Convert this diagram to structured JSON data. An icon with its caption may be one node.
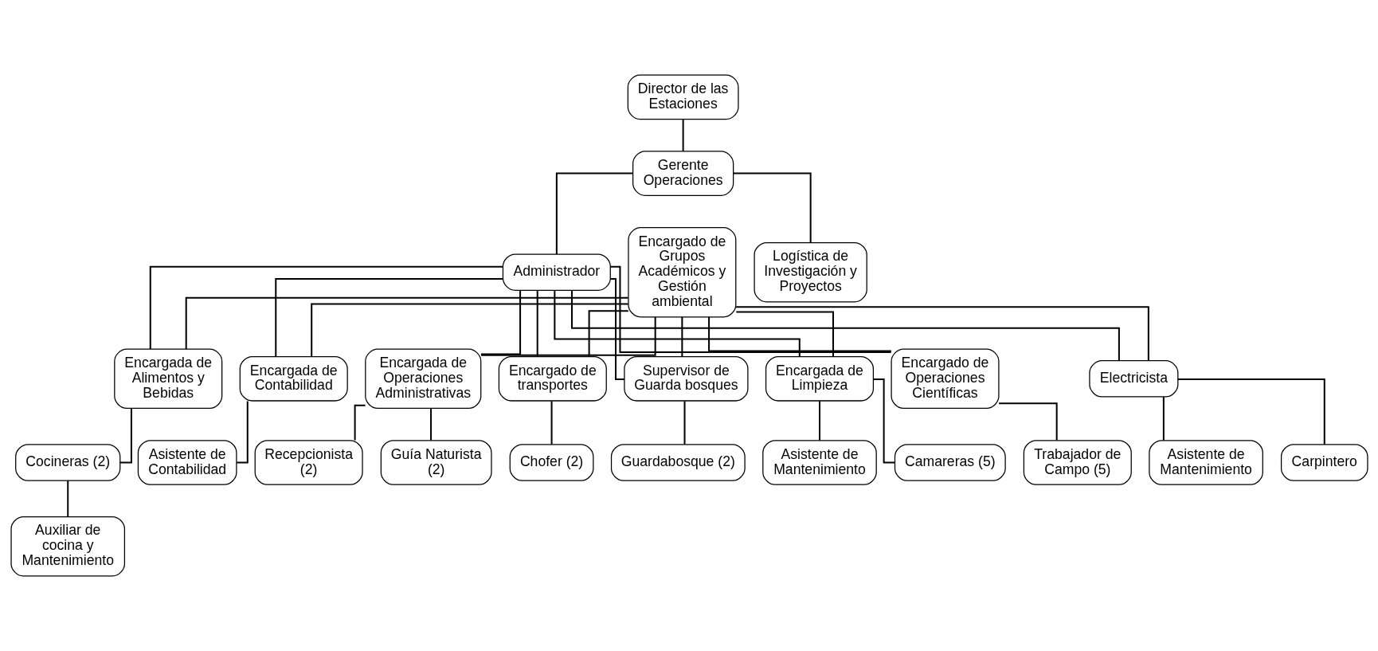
{
  "diagram": {
    "nodes": [
      {
        "text": [
          "Director de las Estaciones"
        ]
      },
      {
        "text": [
          "Gerente Operaciones"
        ]
      },
      {
        "text": [
          "Administrador"
        ]
      },
      {
        "text": [
          "Logística de Investigación y Proyectos"
        ]
      },
      {
        "text": [
          "Encargado de Grupos Académicos y Gestión ambiental"
        ]
      },
      {
        "text": [
          "Encargada de Alimentos y Bebidas"
        ]
      },
      {
        "text": [
          "Encargada de Contabilidad"
        ]
      },
      {
        "text": [
          "Encargada de Operaciones Administrativas"
        ]
      },
      {
        "text": [
          "Encargado de transportes"
        ]
      },
      {
        "text": [
          "Supervisor de Guarda bosques"
        ]
      },
      {
        "text": [
          "Encargada de Limpieza"
        ]
      },
      {
        "text": [
          "Encargado de Operaciones Científicas"
        ]
      },
      {
        "text": [
          "Electricista"
        ]
      },
      {
        "text": [
          "Cocineras (2)"
        ]
      },
      {
        "text": [
          "Asistente de Contabilidad"
        ]
      },
      {
        "text": [
          "Chofer (2)"
        ]
      },
      {
        "text": [
          "Guardabosque (2)"
        ]
      },
      {
        "text": [
          "Trabajador de Campo (5)"
        ]
      },
      {
        "text": [
          "Carpintero"
        ]
      },
      {
        "text": [
          "Auxiliar de cocina y Mantenimiento"
        ]
      },
      {
        "text": [
          "Guía Naturista (2)"
        ]
      },
      {
        "text": [
          "Recepcionista (2)"
        ]
      },
      {
        "text": [
          "Camareras (5)"
        ]
      },
      {
        "text": [
          "Asistente de Mantenimiento"
        ]
      },
      {
        "text": [
          "Asistente de Mantenimiento"
        ]
      }
    ],
    "edges": [
      {
        "from": 0,
        "to": 1,
        "arrow": "none"
      },
      {
        "from": 1,
        "to": 2,
        "arrow": "none"
      },
      {
        "from": 1,
        "to": 3,
        "arrow": "none"
      },
      {
        "from": 2,
        "to": 5,
        "arrow": "none"
      },
      {
        "from": 2,
        "to": 6,
        "arrow": "none"
      },
      {
        "from": 2,
        "to": 7,
        "arrow": "none"
      },
      {
        "from": 2,
        "to": 8,
        "arrow": "none"
      },
      {
        "from": 2,
        "to": 9,
        "arrow": "none"
      },
      {
        "from": 2,
        "to": 10,
        "arrow": "none"
      },
      {
        "from": 2,
        "to": 11,
        "arrow": "none"
      },
      {
        "from": 2,
        "to": 12,
        "arrow": "none"
      },
      {
        "from": 4,
        "to": 5,
        "arrow": "none"
      },
      {
        "from": 4,
        "to": 6,
        "arrow": "none"
      },
      {
        "from": 4,
        "to": 7,
        "arrow": "none"
      },
      {
        "from": 4,
        "to": 8,
        "arrow": "none"
      },
      {
        "from": 4,
        "to": 9,
        "arrow": "none"
      },
      {
        "from": 4,
        "to": 10,
        "arrow": "none"
      },
      {
        "from": 4,
        "to": 11,
        "arrow": "none"
      },
      {
        "from": 4,
        "to": 12,
        "arrow": "none"
      },
      {
        "from": 5,
        "to": 13,
        "arrow": "none"
      },
      {
        "from": 13,
        "to": 19,
        "arrow": "none"
      },
      {
        "from": 6,
        "to": 14,
        "arrow": "none"
      },
      {
        "from": 7,
        "to": 20,
        "arrow": "none"
      },
      {
        "from": 7,
        "to": 21,
        "arrow": "none"
      },
      {
        "from": 8,
        "to": 15,
        "arrow": "none"
      },
      {
        "from": 9,
        "to": 16,
        "arrow": "none"
      },
      {
        "from": 10,
        "to": 22,
        "arrow": "none"
      },
      {
        "from": 10,
        "to": 23,
        "arrow": "none"
      },
      {
        "from": 11,
        "to": 17,
        "arrow": "none"
      },
      {
        "from": 12,
        "to": 18,
        "arrow": "none"
      },
      {
        "from": 12,
        "to": 24,
        "arrow": "none"
      }
    ]
  }
}
